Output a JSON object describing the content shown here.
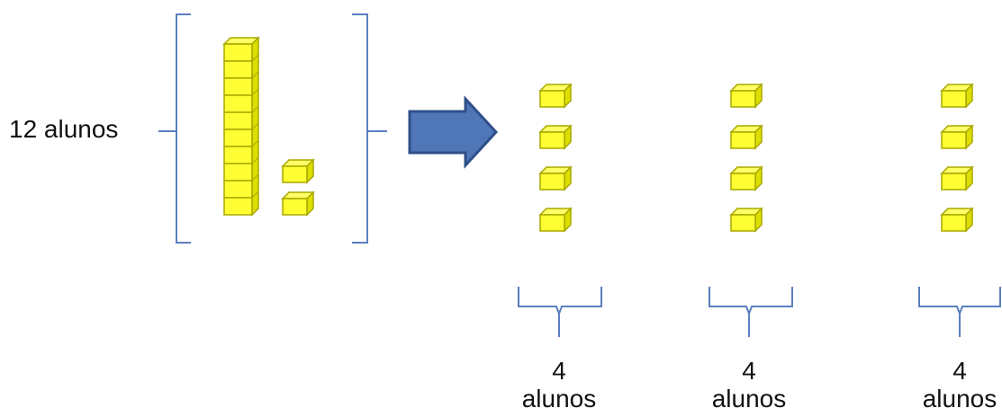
{
  "total": {
    "label": "12 alunos"
  },
  "groups": [
    {
      "count": "4",
      "unit": "alunos"
    },
    {
      "count": "4",
      "unit": "alunos"
    },
    {
      "count": "4",
      "unit": "alunos"
    }
  ],
  "colors": {
    "cube_face": "#ffff33",
    "cube_top": "#ffff66",
    "cube_side": "#dede00",
    "cube_stroke": "#a8a800",
    "bracket": "#5b7fbf",
    "arrow_fill": "#4f76b7",
    "arrow_stroke": "#2f4f8a"
  },
  "icons": {
    "arrow": "right-arrow",
    "cube": "unit-cube"
  }
}
